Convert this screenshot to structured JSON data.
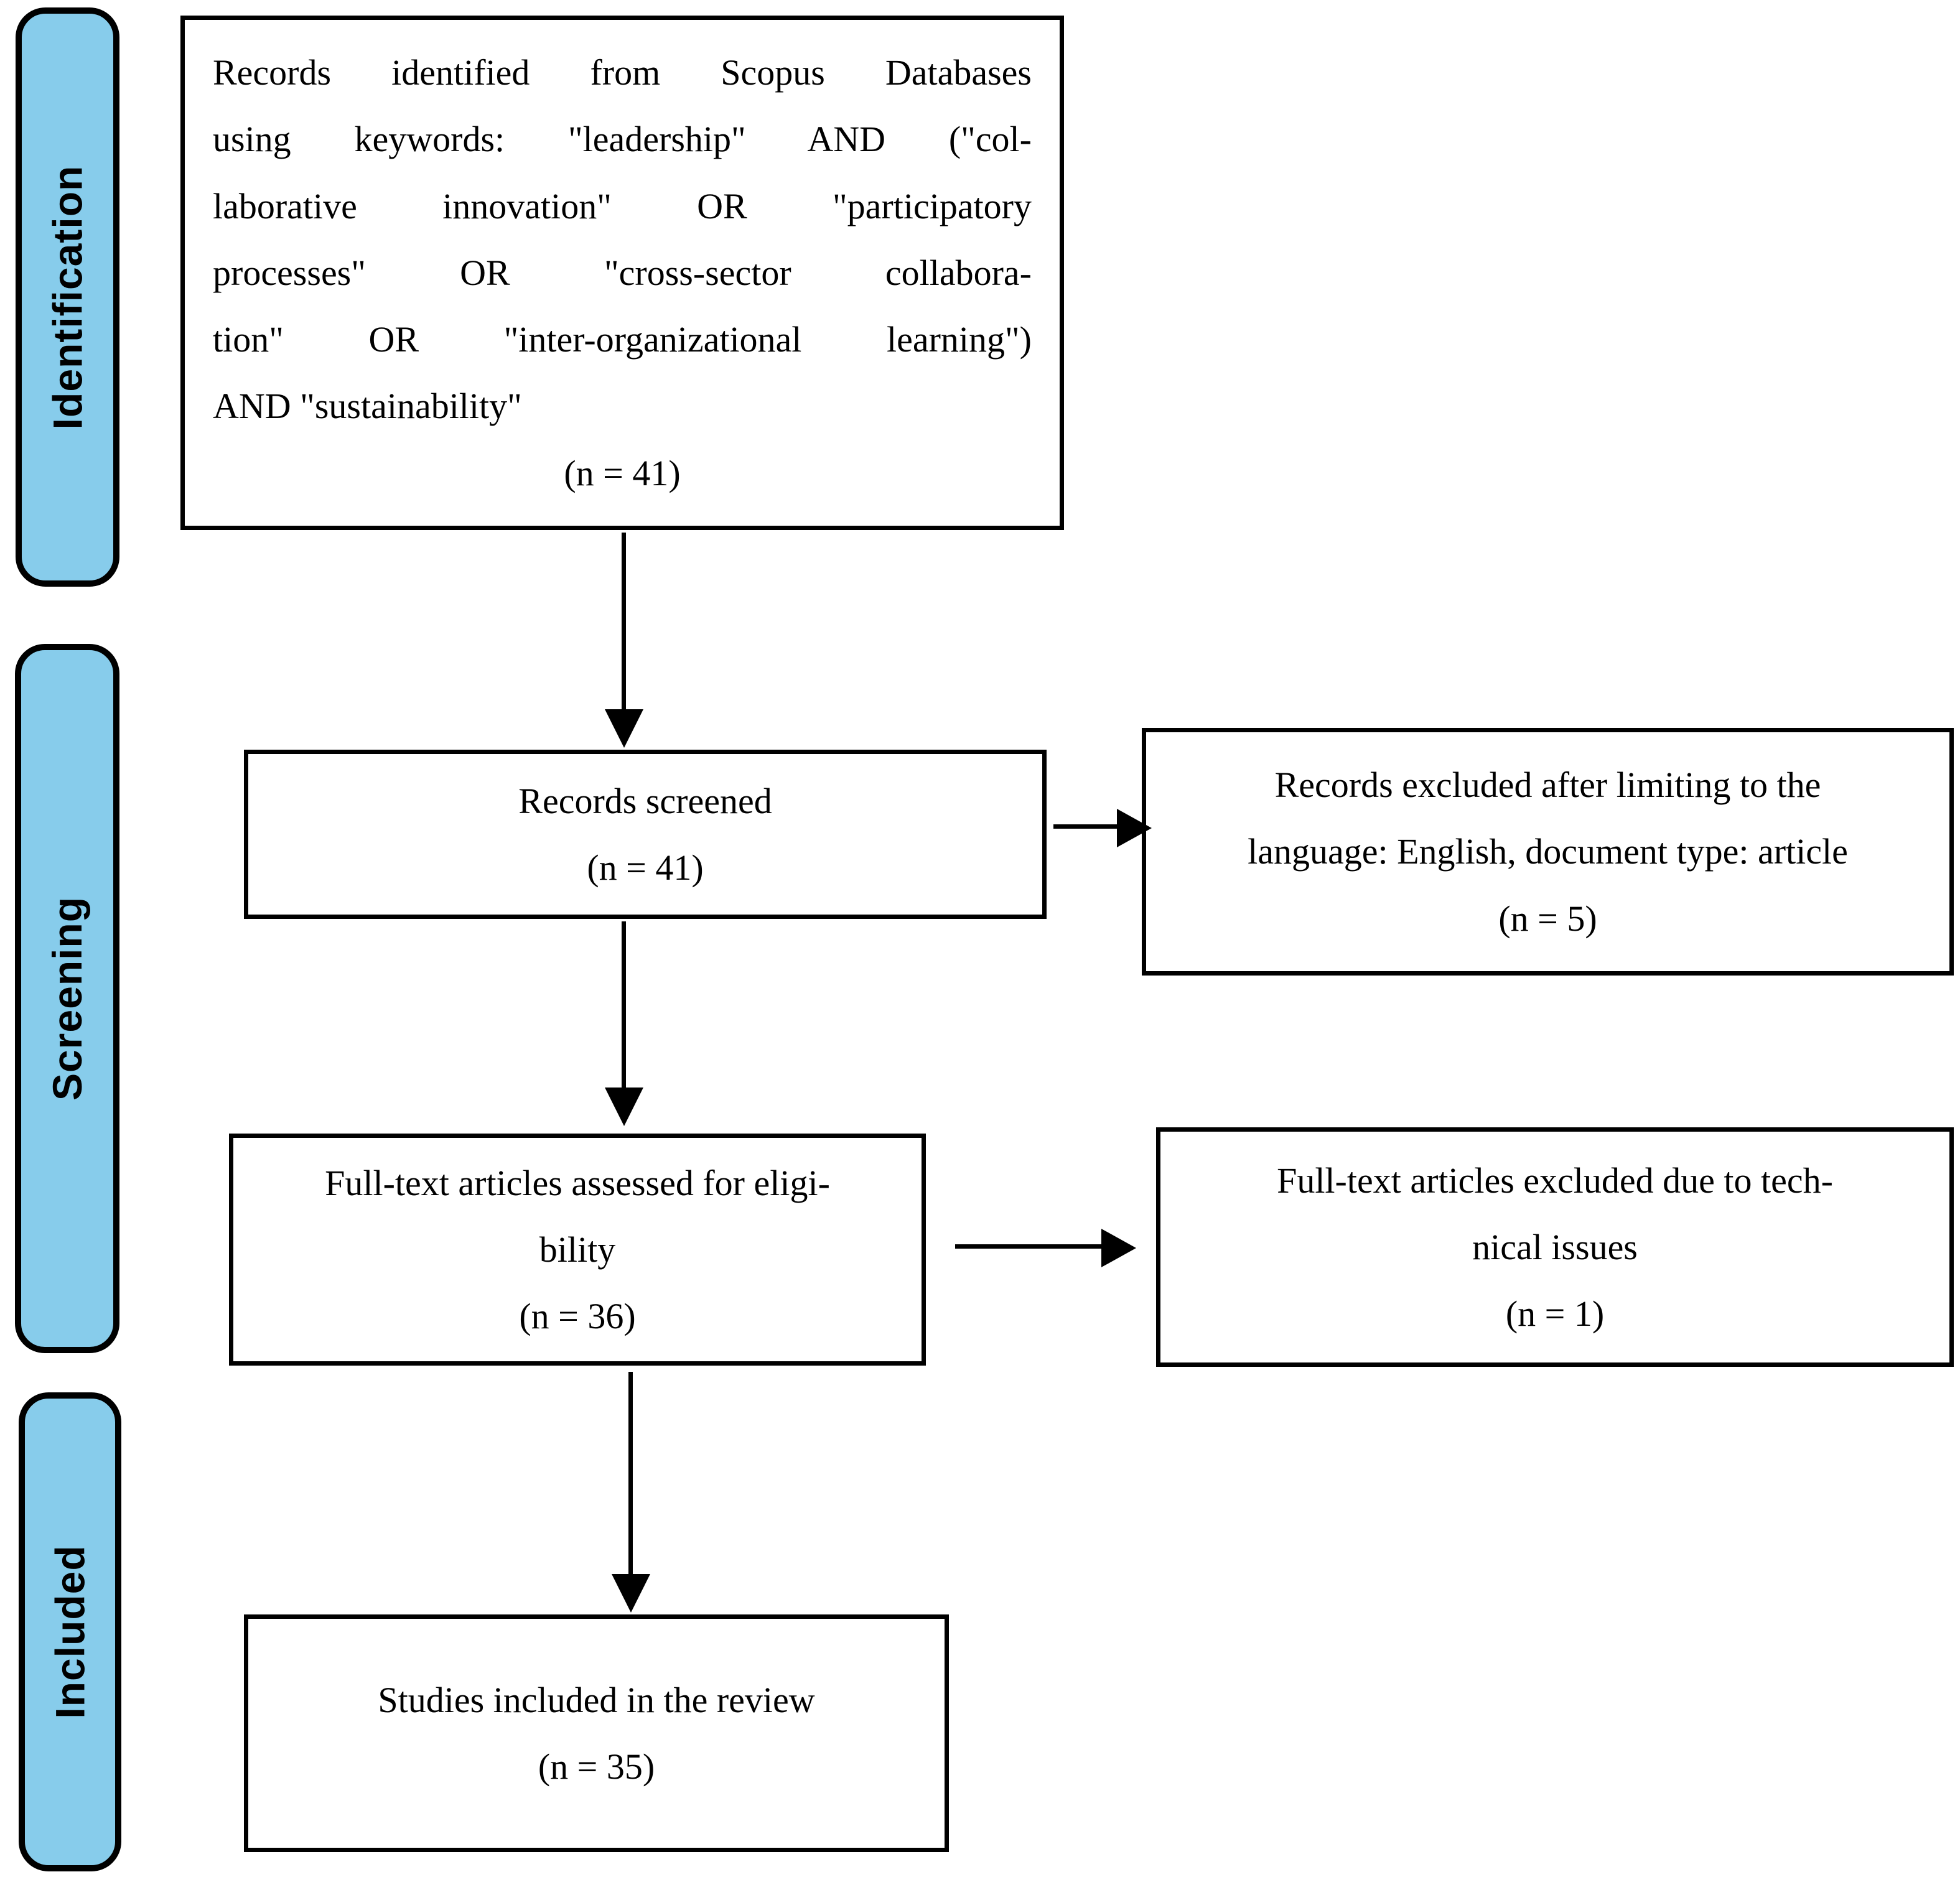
{
  "diagram": {
    "type": "prisma-flow",
    "colors": {
      "stage_fill": "#87CCEB",
      "stage_border": "#000000",
      "box_fill": "#FFFFFF",
      "box_border": "#000000",
      "arrow": "#000000",
      "text": "#000000"
    },
    "stages": [
      {
        "id": "identification",
        "label": "Identification"
      },
      {
        "id": "screening",
        "label": "Screening"
      },
      {
        "id": "included",
        "label": "Included"
      }
    ],
    "boxes": {
      "identified": {
        "lines": [
          "Records identified from Scopus Databases",
          "using keywords: \"leadership\" AND (\"col-",
          "laborative innovation\" OR \"participatory",
          "processes\" OR \"cross-sector collabora-",
          "tion\" OR \"inter-organizational learning\")",
          "AND \"sustainability\""
        ],
        "count": "(n = 41)"
      },
      "screened": {
        "lines": [
          "Records screened"
        ],
        "count": "(n = 41)"
      },
      "excluded_screening": {
        "lines": [
          "Records excluded after limiting to the",
          "language: English, document type: article"
        ],
        "count": "(n = 5)"
      },
      "fulltext_assessed": {
        "lines": [
          "Full-text articles assessed for eligi-",
          "bility"
        ],
        "count": "(n = 36)"
      },
      "fulltext_excluded": {
        "lines": [
          "Full-text articles excluded due to tech-",
          "nical issues"
        ],
        "count": "(n = 1)"
      },
      "included_studies": {
        "lines": [
          "Studies included in the review"
        ],
        "count": "(n = 35)"
      }
    }
  }
}
